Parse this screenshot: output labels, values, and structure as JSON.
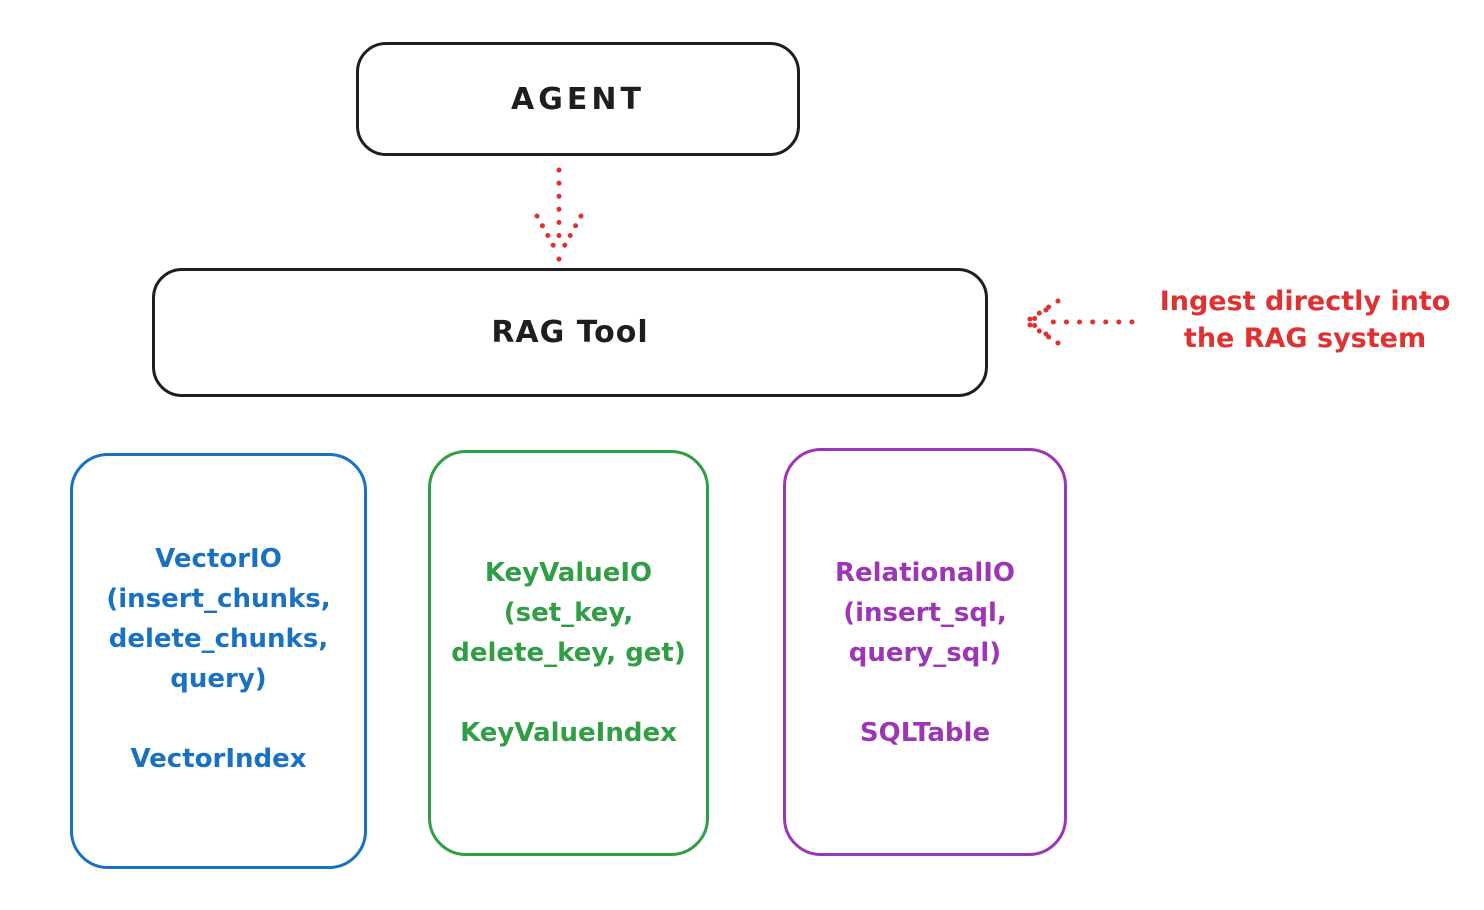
{
  "canvas": {
    "background": "#ffffff",
    "stroke_black": "#1e1e1e",
    "accent_red": "#e03131"
  },
  "nodes": {
    "agent": {
      "label": "AGENT"
    },
    "rag_tool": {
      "label": "RAG Tool"
    }
  },
  "annotation": {
    "line1": "Ingest directly into",
    "line2": "the RAG system",
    "color": "#e03131"
  },
  "arrows": {
    "agent_to_rag": {
      "style": "dotted",
      "color": "#e03131",
      "direction": "down"
    },
    "ingest_to_rag": {
      "style": "dotted",
      "color": "#e03131",
      "direction": "left"
    }
  },
  "stores": [
    {
      "name": "vector-io",
      "color": "#1971c2",
      "lines": [
        "VectorIO",
        "(insert_chunks,",
        "delete_chunks,",
        "query)"
      ],
      "index": "VectorIndex"
    },
    {
      "name": "key-value-io",
      "color": "#2f9e44",
      "lines": [
        "KeyValueIO",
        "(set_key,",
        "delete_key, get)"
      ],
      "index": "KeyValueIndex"
    },
    {
      "name": "relational-io",
      "color": "#9c36b5",
      "lines": [
        "RelationalIO",
        "(insert_sql,",
        "query_sql)"
      ],
      "index": "SQLTable"
    }
  ]
}
